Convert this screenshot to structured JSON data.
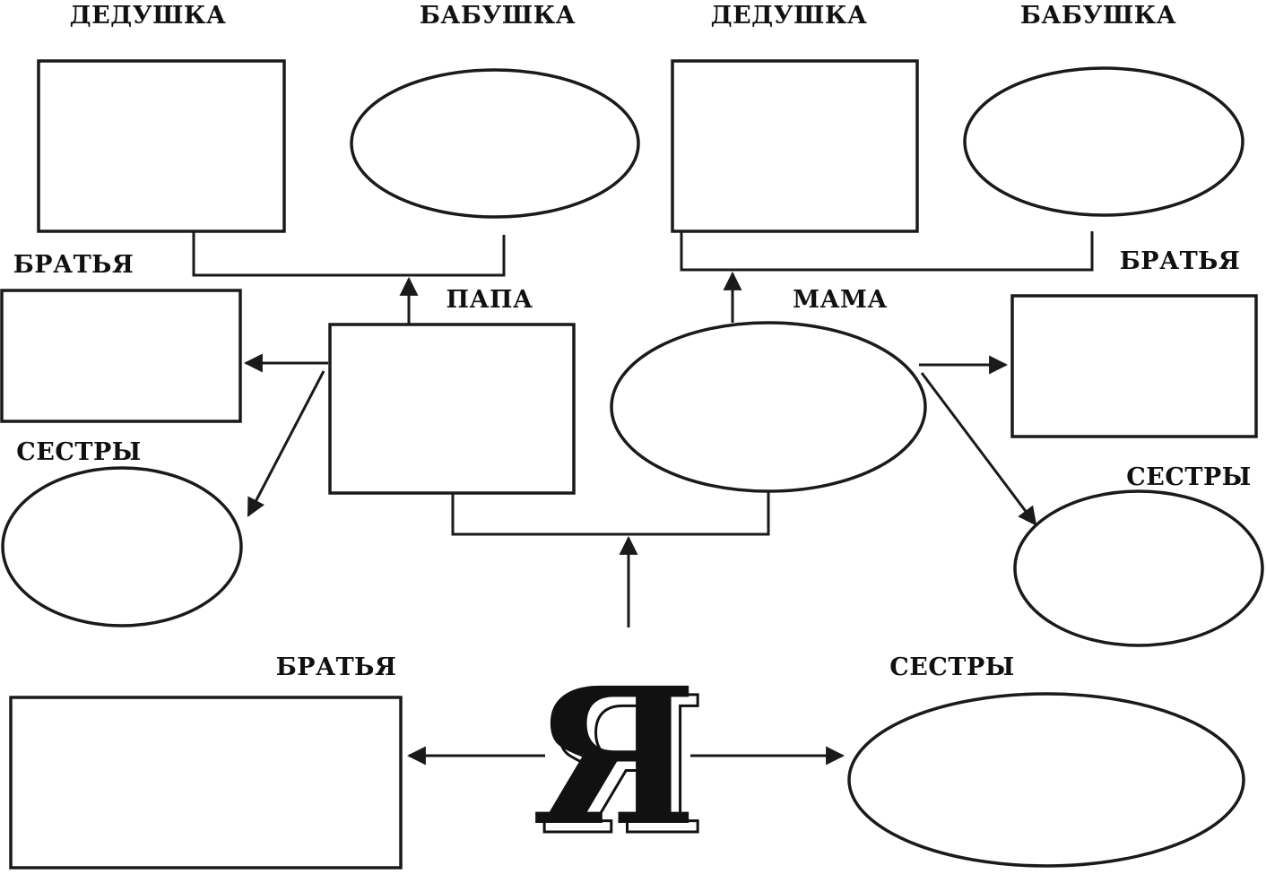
{
  "labels": {
    "grandpa_paternal": "ДЕДУШКА",
    "grandma_paternal": "БАБУШКА",
    "grandpa_maternal": "ДЕДУШКА",
    "grandma_maternal": "БАБУШКА",
    "brothers_father": "БРАТЬЯ",
    "sisters_father": "СЕСТРЫ",
    "father": "ПАПА",
    "mother": "МАМА",
    "brothers_mother": "БРАТЬЯ",
    "sisters_mother": "СЕСТРЫ",
    "my_brothers": "БРАТЬЯ",
    "my_sisters": "СЕСТРЫ",
    "me": "Я"
  },
  "colors": {
    "stroke": "#1a1a1a",
    "fill": "#ffffff",
    "text": "#111111"
  }
}
